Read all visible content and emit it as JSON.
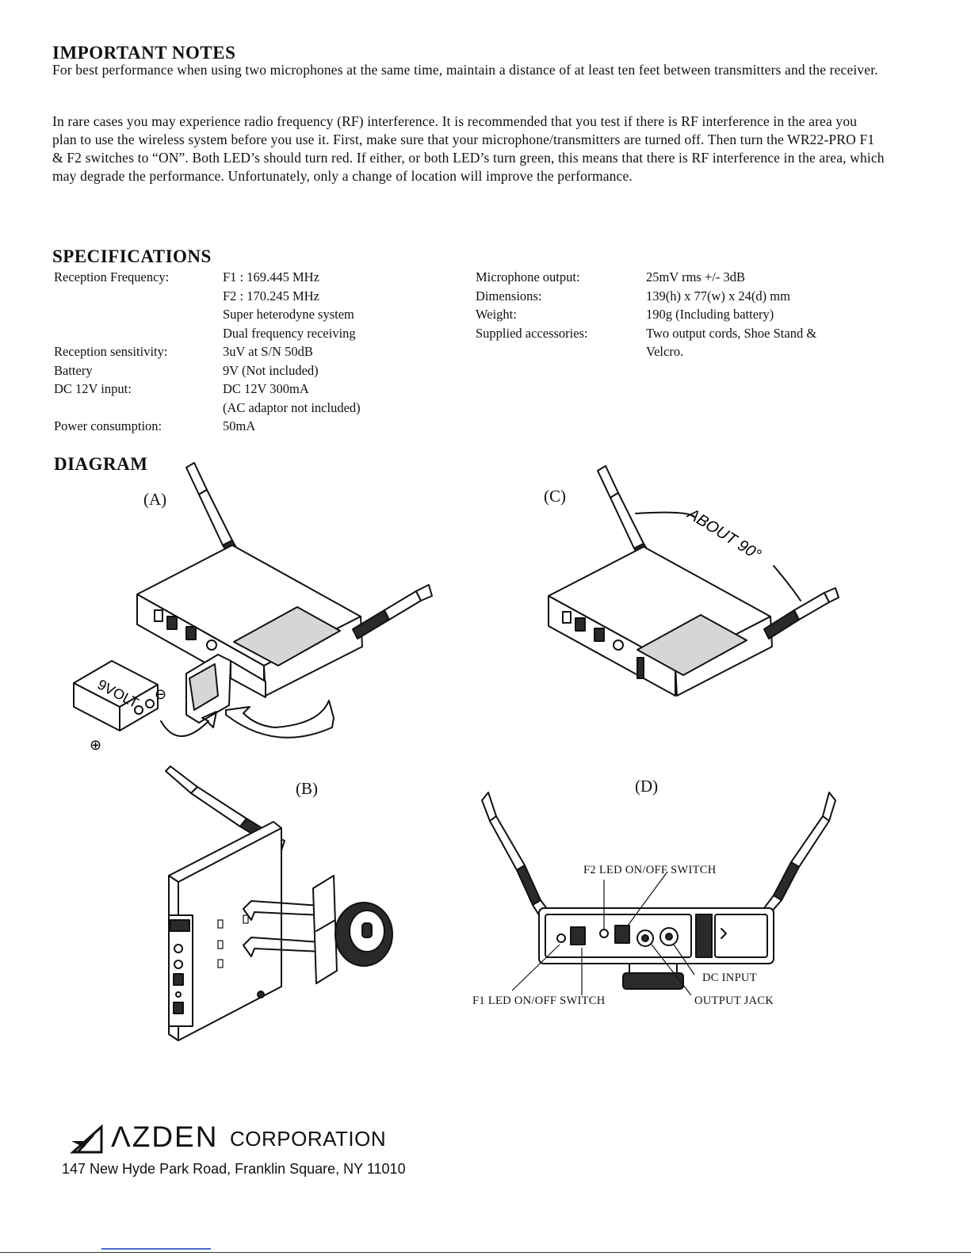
{
  "notes": {
    "heading": "IMPORTANT NOTES",
    "para1": "For best performance when using two microphones at the same time, maintain a distance of at least ten feet between transmitters and the receiver.",
    "para2": "In rare cases you may experience radio frequency (RF) interference.  It is recommended that you test if there is RF interference in the area you plan to use the wireless system before you use it.  First, make sure that your microphone/transmitters are turned off.  Then turn the WR22-PRO F1 & F2 switches to “ON”.  Both LED’s should turn red.  If either, or both LED’s turn green, this means that there is RF interference in the area, which may degrade the performance.  Unfortunately, only a change of location will improve the performance."
  },
  "specs": {
    "heading": "SPECIFICATIONS",
    "left_labels": [
      "Reception Frequency:",
      "",
      "",
      "",
      "Reception sensitivity:",
      "Battery",
      "DC 12V input:",
      "",
      "Power consumption:"
    ],
    "left_values": [
      "F1 : 169.445 MHz",
      "F2 : 170.245 MHz",
      "Super heterodyne system",
      "Dual frequency receiving",
      "3uV at S/N 50dB",
      "9V (Not included)",
      "DC 12V 300mA",
      "(AC adaptor not included)",
      "50mA"
    ],
    "right_labels": [
      "Microphone output:",
      "Dimensions:",
      "Weight:",
      "Supplied accessories:",
      ""
    ],
    "right_values": [
      "25mV rms +/- 3dB",
      "139(h) x 77(w) x 24(d) mm",
      "190g (Including battery)",
      "Two output cords, Shoe Stand &",
      "Velcro."
    ]
  },
  "diagram": {
    "heading": "DIAGRAM",
    "label_a": "(A)",
    "label_b": "(B)",
    "label_c": "(C)",
    "label_d": "(D)",
    "about_90": "ABOUT 90°",
    "battery_text": "9VOLT",
    "minus": "⊖",
    "plus": "⊕",
    "f2_led_switch": "F2 LED  ON/OFF  SWITCH",
    "f1_led_switch": "F1 LED  ON/OFF  SWITCH",
    "dc_input": "DC INPUT",
    "output_jack": "OUTPUT JACK"
  },
  "footer": {
    "company": "ΛZDEN",
    "corporation": "CORPORATION",
    "address": "147 New Hyde Park Road, Franklin Square, NY 11010"
  }
}
